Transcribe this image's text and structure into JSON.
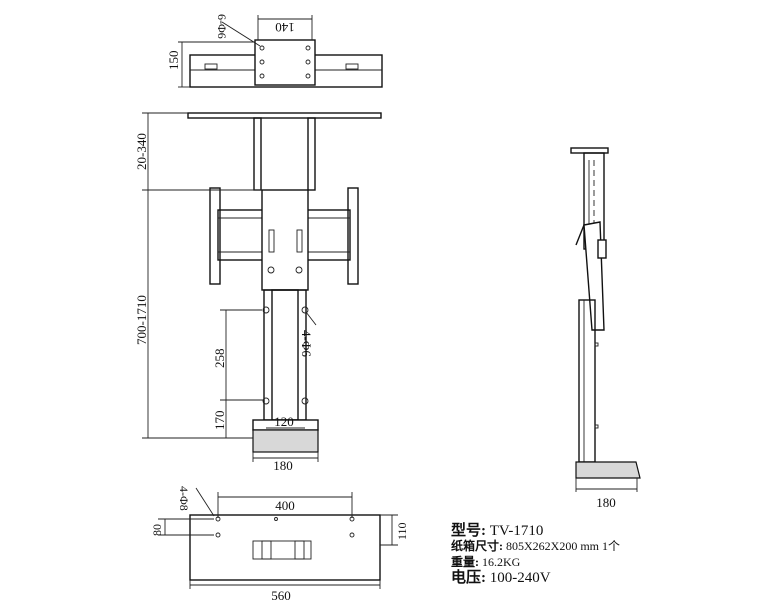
{
  "top_view": {
    "hole_label": "6-Φ6",
    "width_label": "140",
    "depth_label": "150"
  },
  "front_view": {
    "top_gap_label": "20-340",
    "travel_label": "700-1710",
    "bracket_spacing_label": "258",
    "bracket_hole_label": "4-Φ6",
    "bottom_offset_label": "170",
    "column_width_label": "120",
    "base_width_label": "180"
  },
  "side_view": {
    "base_width_label": "180"
  },
  "base_plan": {
    "hole_label": "4-Φ8",
    "hole_spacing_label": "400",
    "width_label": "560",
    "hole_offset_label": "80",
    "depth_label": "110"
  },
  "specs": {
    "model_key": "型号:",
    "model_value": "TV-1710",
    "carton_key": "纸箱尺寸:",
    "carton_value": "805X262X200 mm 1个",
    "weight_key": "重量:",
    "weight_value": "16.2KG",
    "voltage_key": "电压:",
    "voltage_value": "100-240V"
  }
}
